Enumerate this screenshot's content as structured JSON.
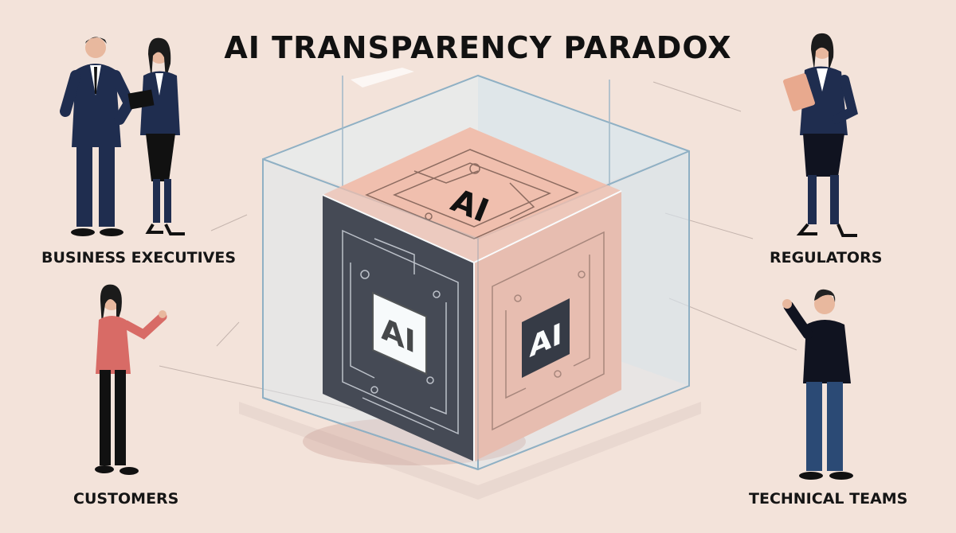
{
  "title": "AI TRANSPARENCY PARADOX",
  "cube": {
    "top_label": "AI",
    "front_label": "AI",
    "side_label": "AI"
  },
  "stakeholders": {
    "business_executives": "BUSINESS EXECUTIVES",
    "regulators": "REGULATORS",
    "customers": "CUSTOMERS",
    "technical_teams": "TECHNICAL TEAMS"
  },
  "colors": {
    "background": "#f3e3da",
    "navy": "#1f2d4f",
    "cube_dark": "#101320",
    "cube_pink": "#e9b3a1",
    "glass": "#cfe0ea"
  }
}
